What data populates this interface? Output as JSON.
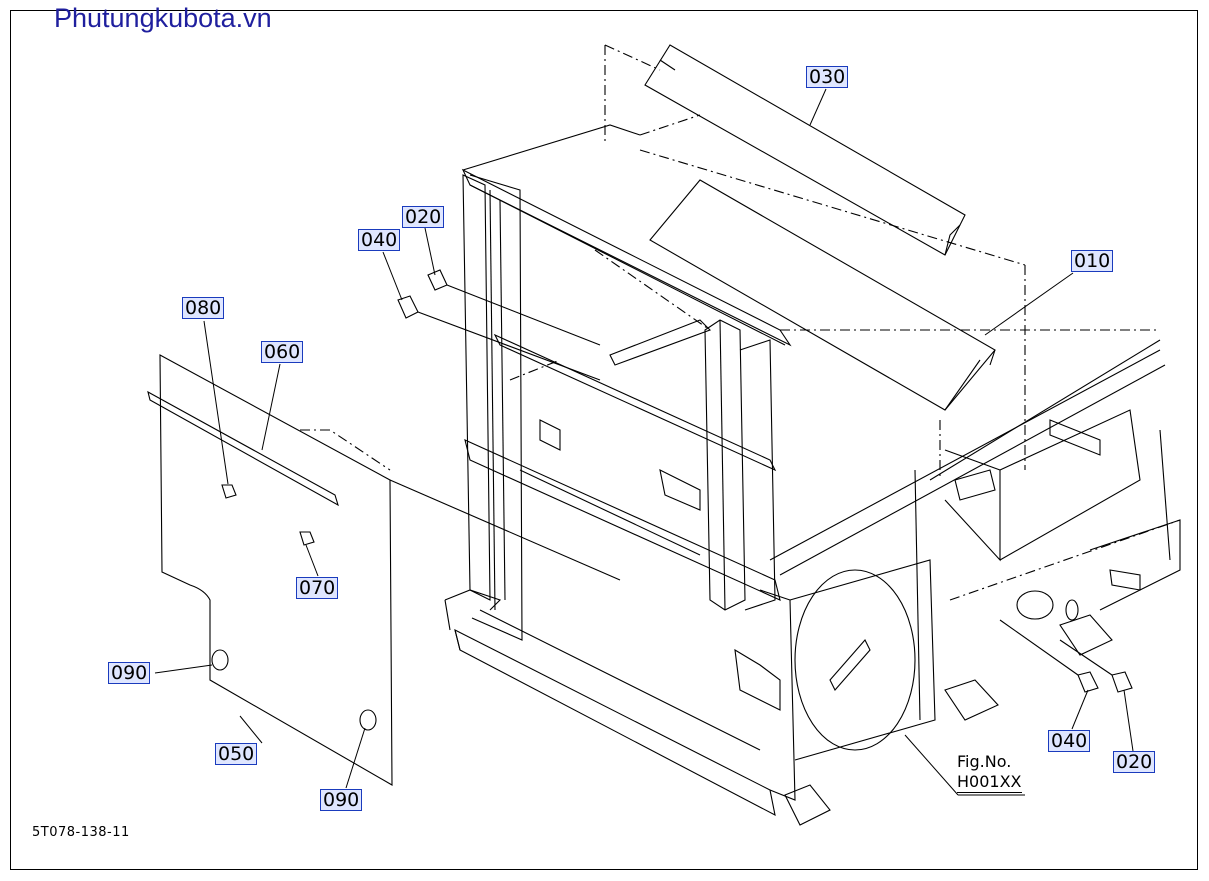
{
  "watermark": "Phutungkubota.vn",
  "drawing_number": "5T078-138-11",
  "figure": {
    "label": "Fig.No.",
    "code": "H001XX"
  },
  "callouts": {
    "c030": "030",
    "c010": "010",
    "c020_top": "020",
    "c040_top": "040",
    "c080": "080",
    "c060": "060",
    "c070": "070",
    "c090_left": "090",
    "c050": "050",
    "c090_bottom": "090",
    "c040_right": "040",
    "c020_right": "020"
  },
  "colors": {
    "callout_border": "#1a3bbd",
    "callout_fill": "#dfe6ff",
    "watermark": "#1f1f9e",
    "line": "#000000"
  }
}
